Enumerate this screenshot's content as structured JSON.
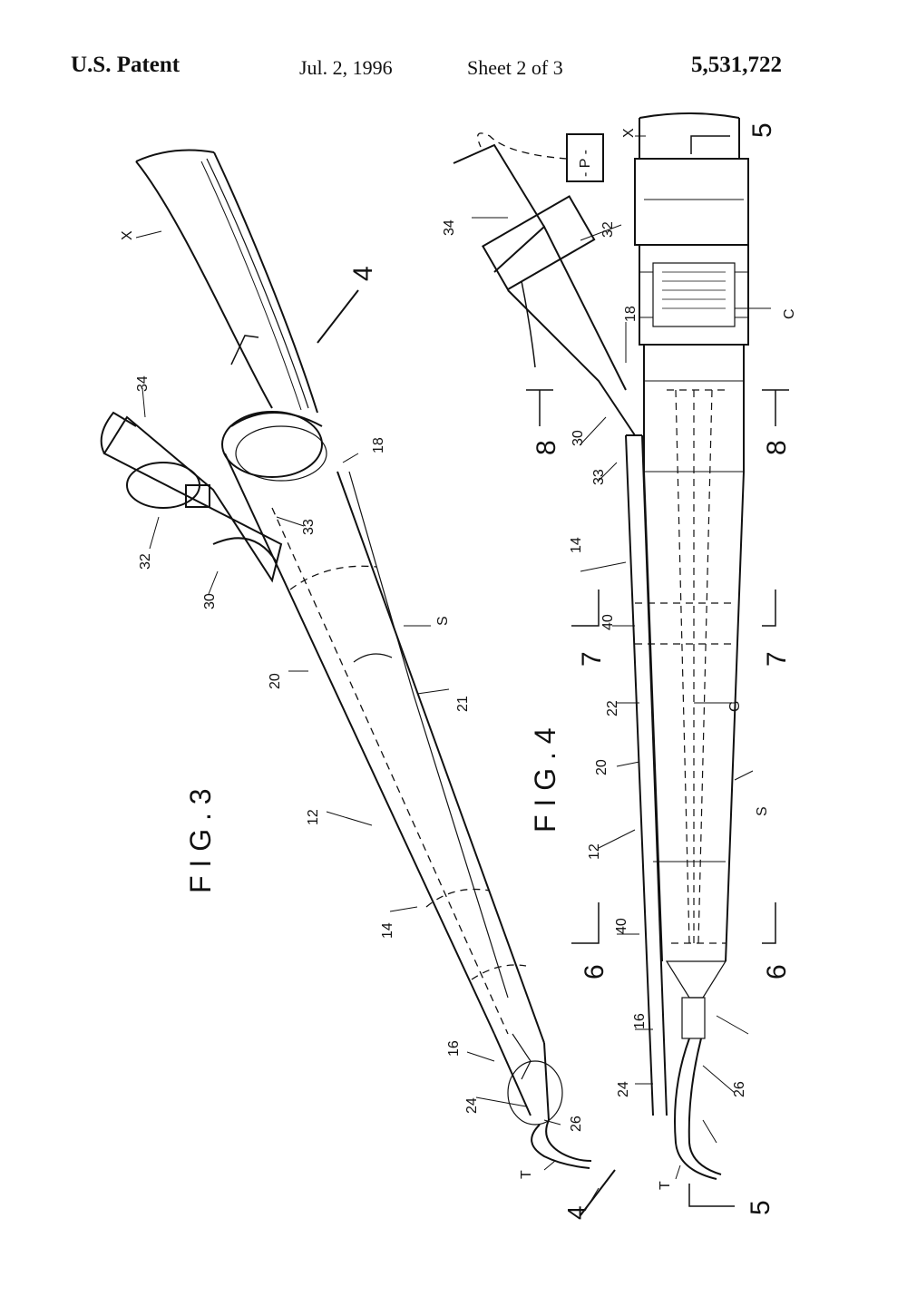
{
  "header": {
    "left": "U.S. Patent",
    "date": "Jul. 2, 1996",
    "sheet": "Sheet 2 of 3",
    "number": "5,531,722"
  },
  "fig3": {
    "title": "F I G . 3",
    "labels": {
      "x": "X",
      "section": "4",
      "section_end": "4",
      "n34": "34",
      "n18": "18",
      "n32": "32",
      "n33": "33",
      "n30": "30",
      "s": "S",
      "n20": "20",
      "n21": "21",
      "n12": "12",
      "n14": "14",
      "n16": "16",
      "n24": "24",
      "n26": "26",
      "t": "T"
    }
  },
  "fig4": {
    "title": "F I G . 4",
    "labels": {
      "p": "- P -",
      "x": "X",
      "sec5_top": "5",
      "sec5_bottom": "5",
      "n34": "34",
      "n32": "32",
      "n18": "18",
      "c": "C",
      "sec8_left": "8",
      "sec8_right": "8",
      "n30": "30",
      "n33": "33",
      "n14": "14",
      "n40a": "40",
      "sec7_left": "7",
      "sec7_right": "7",
      "n22": "22",
      "g": "G",
      "n20": "20",
      "s": "S",
      "n12": "12",
      "n40b": "40",
      "sec6_left": "6",
      "sec6_right": "6",
      "n16": "16",
      "n26": "26",
      "n24": "24",
      "t": "T"
    }
  }
}
